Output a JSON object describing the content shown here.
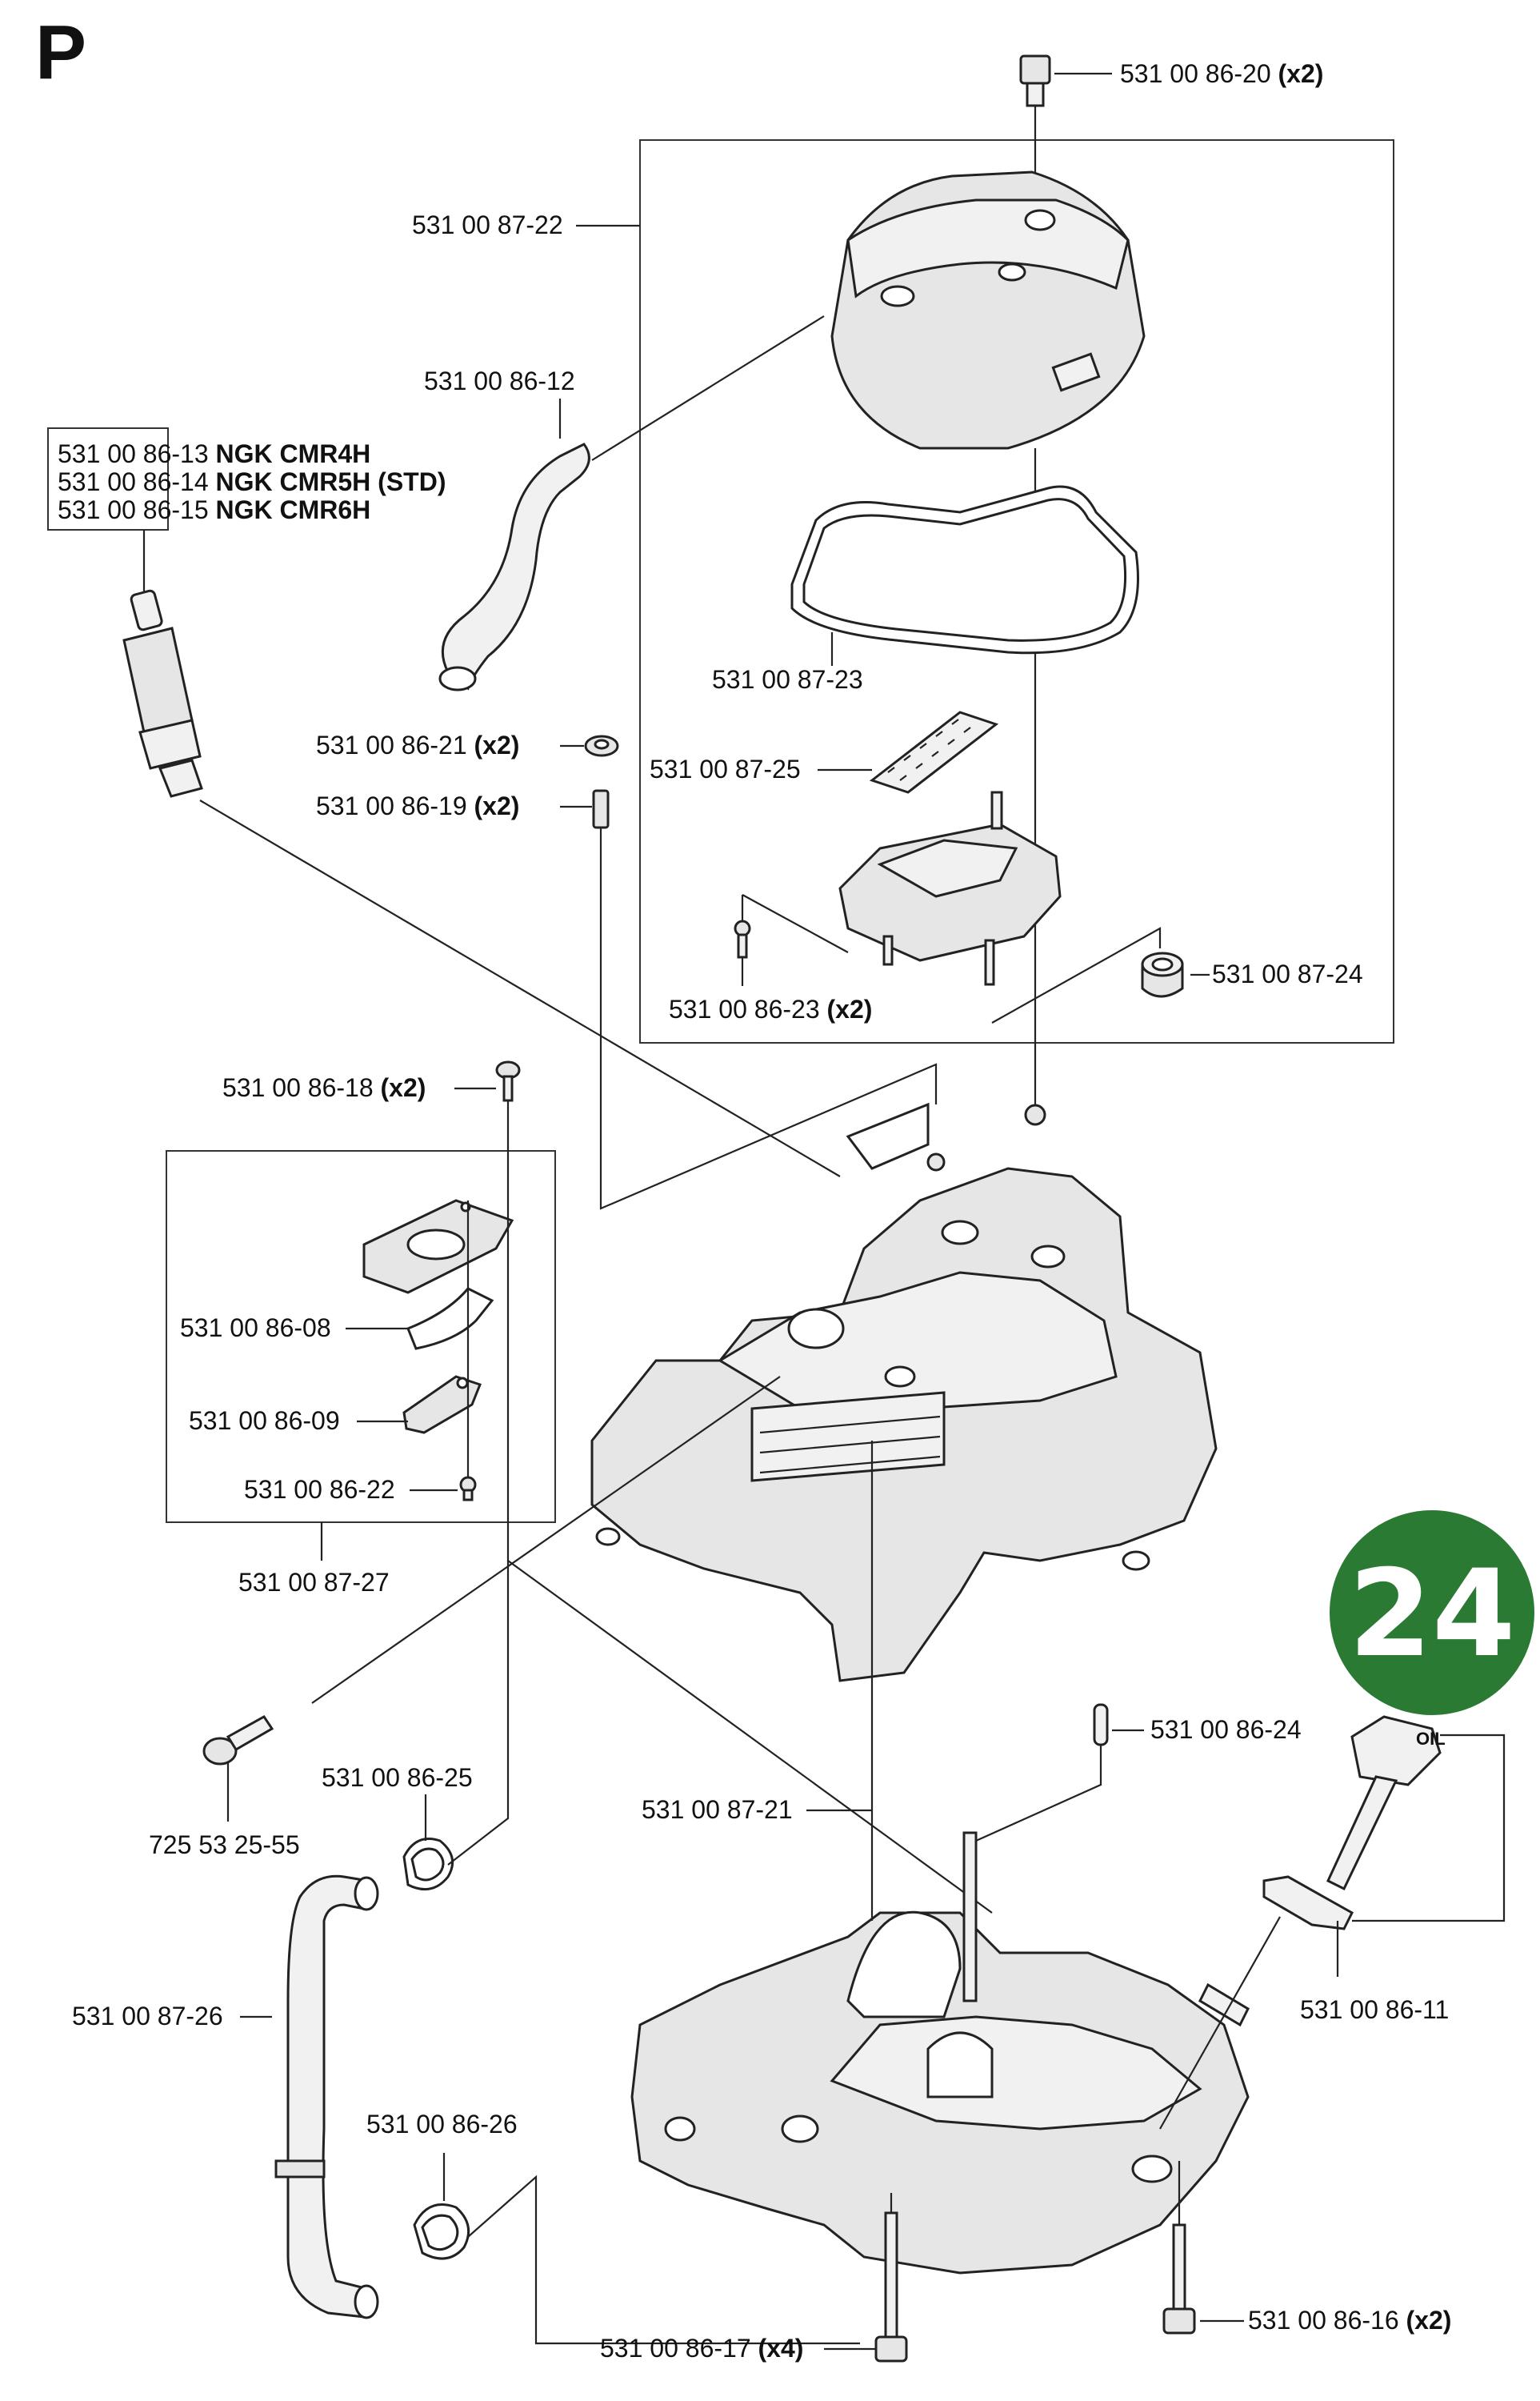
{
  "section_letter": "P",
  "page_badge": "24",
  "colors": {
    "badge_green": "#2a7a33",
    "line": "#222222",
    "part_fill": "#e6e6e6"
  },
  "labels": {
    "bolt_top": {
      "part": "531 00 86-20",
      "qty": "(x2)"
    },
    "valve_cover": {
      "part": "531 00 87-22"
    },
    "hose": {
      "part": "531 00 86-12"
    },
    "spark_plug_1": {
      "part": "531 00 86-13",
      "spec": "NGK CMR4H"
    },
    "spark_plug_2": {
      "part": "531 00 86-14",
      "spec": "NGK CMR5H (STD)"
    },
    "spark_plug_3": {
      "part": "531 00 86-15",
      "spec": "NGK CMR6H"
    },
    "gasket": {
      "part": "531 00 87-23"
    },
    "nut": {
      "part": "531 00 86-21",
      "qty": "(x2)"
    },
    "filter": {
      "part": "531 00 87-25"
    },
    "stud": {
      "part": "531 00 86-19",
      "qty": "(x2)"
    },
    "screw_small": {
      "part": "531 00 86-23",
      "qty": "(x2)"
    },
    "sleeve": {
      "part": "531 00 87-24"
    },
    "screw_plate": {
      "part": "531 00 86-18",
      "qty": "(x2)"
    },
    "reed": {
      "part": "531 00 86-08"
    },
    "stopper": {
      "part": "531 00 86-09"
    },
    "screw_reed": {
      "part": "531 00 86-22"
    },
    "reed_kit": {
      "part": "531 00 87-27"
    },
    "pin": {
      "part": "531 00 86-24"
    },
    "cap_screw": {
      "part": "725 53 25-55"
    },
    "clamp_upper": {
      "part": "531 00 86-25"
    },
    "crankcase": {
      "part": "531 00 87-21"
    },
    "oil_seal": {
      "part": "531 00 86-11"
    },
    "breather_hose": {
      "part": "531 00 87-26"
    },
    "clamp_lower": {
      "part": "531 00 86-26"
    },
    "bolt_long": {
      "part": "531 00 86-17",
      "qty": "(x4)"
    },
    "bolt_short": {
      "part": "531 00 86-16",
      "qty": "(x2)"
    }
  },
  "oil_cap_text": "OIL"
}
